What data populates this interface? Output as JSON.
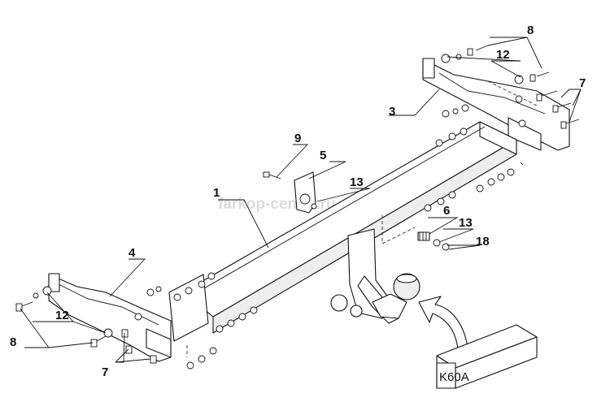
{
  "watermark": "farkop-center.ru",
  "kit_code": "K60A",
  "callouts": {
    "c1": "1",
    "c3": "3",
    "c4": "4",
    "c5": "5",
    "c6": "6",
    "c7a": "7",
    "c7b": "7",
    "c8a": "8",
    "c8b": "8",
    "c9": "9",
    "c12a": "12",
    "c12b": "12",
    "c13a": "13",
    "c13b": "13",
    "c18": "18"
  }
}
